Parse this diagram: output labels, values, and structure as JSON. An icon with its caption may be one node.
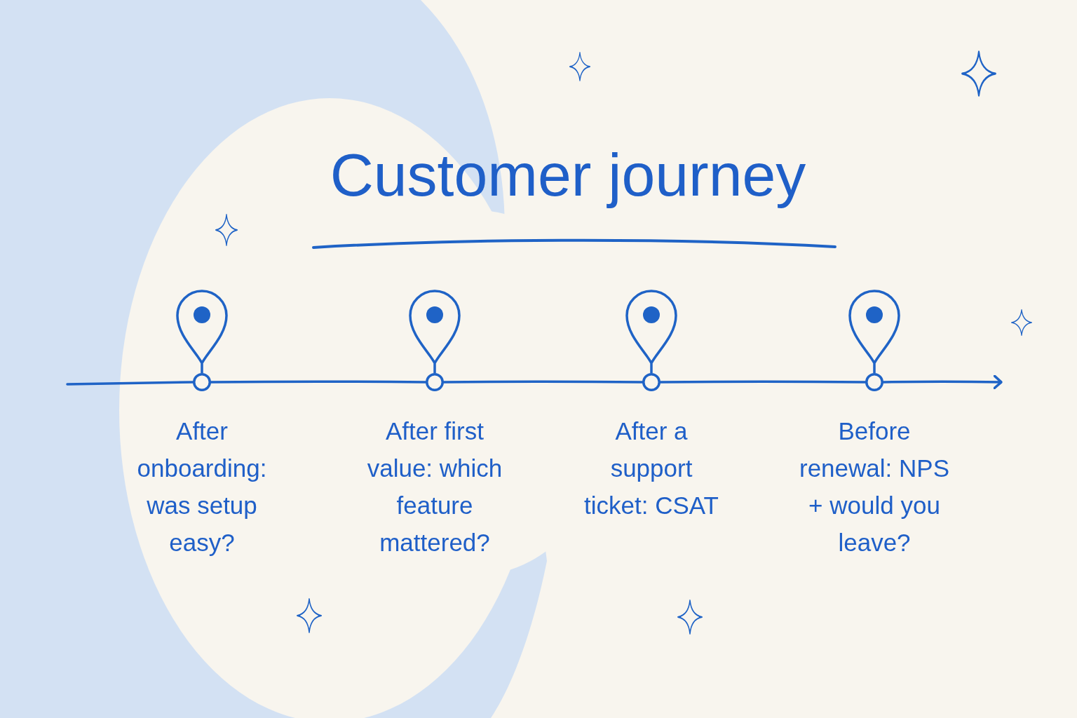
{
  "diagram": {
    "title": "Customer journey",
    "nodes": [
      {
        "text": [],
        "shape": "circle",
        "beside": [
          "After onboarding: was setup easy?"
        ]
      },
      {
        "text": [],
        "shape": "circle",
        "beside": [
          "After first value: which feature mattered?"
        ]
      },
      {
        "text": [],
        "shape": "circle",
        "beside": [
          "After a support ticket: CSAT"
        ]
      },
      {
        "text": [],
        "shape": "circle",
        "beside": [
          "Before renewal: NPS + would you leave?"
        ]
      }
    ],
    "edges": [
      {
        "from": null,
        "to": 0,
        "arrow": "none"
      },
      {
        "from": 0,
        "to": 1,
        "arrow": "none"
      },
      {
        "from": 1,
        "to": 2,
        "arrow": "none"
      },
      {
        "from": 2,
        "to": 3,
        "arrow": "none"
      },
      {
        "from": 3,
        "to": null,
        "arrow": "to"
      }
    ]
  }
}
